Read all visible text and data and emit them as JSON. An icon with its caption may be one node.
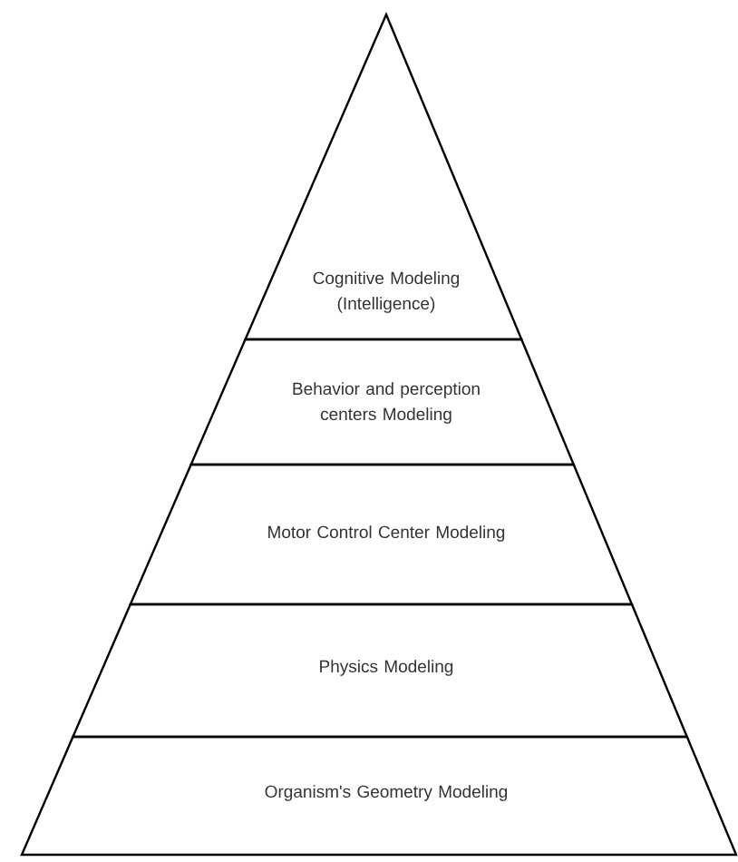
{
  "diagram": {
    "nodes": [
      {
        "text": [
          "Cognitive Modeling (Intelligence)"
        ]
      },
      {
        "text": [
          "Behavior and perception centers Modeling"
        ]
      },
      {
        "text": [
          "Motor Control Center Modeling"
        ]
      },
      {
        "text": [
          "Physics Modeling"
        ]
      },
      {
        "text": [
          "Organism's Geometry Modeling"
        ]
      }
    ]
  }
}
